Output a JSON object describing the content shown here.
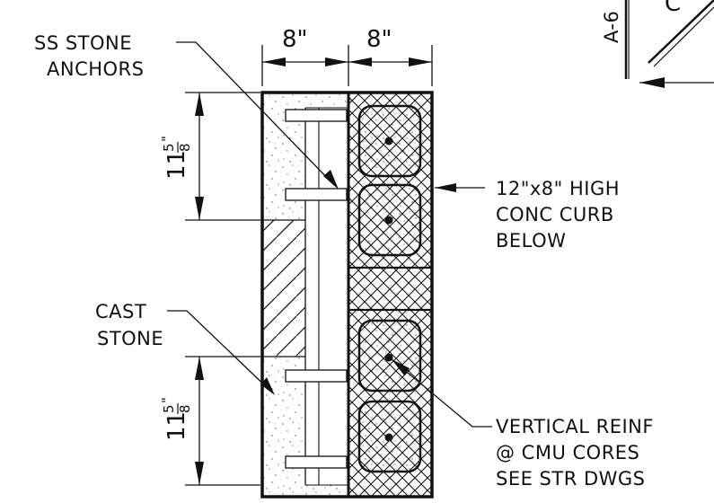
{
  "labels": {
    "ss_stone_anchors": [
      "SS STONE",
      "ANCHORS"
    ],
    "cast_stone": [
      "CAST",
      "STONE"
    ],
    "conc_curb": [
      "12\"x8\" HIGH",
      "CONC CURB",
      "BELOW"
    ],
    "vertical_reinf": [
      "VERTICAL REINF",
      "@ CMU CORES",
      "SEE STR DWGS"
    ]
  },
  "dimensions": {
    "width_left": "8\"",
    "width_right": "8\"",
    "height_upper": {
      "whole": "11",
      "num": "5",
      "den": "8",
      "unit": "\""
    },
    "height_lower": {
      "whole": "11",
      "num": "5",
      "den": "8",
      "unit": "\""
    }
  },
  "section_marker": {
    "sheet": "A-6",
    "letter": "C"
  }
}
